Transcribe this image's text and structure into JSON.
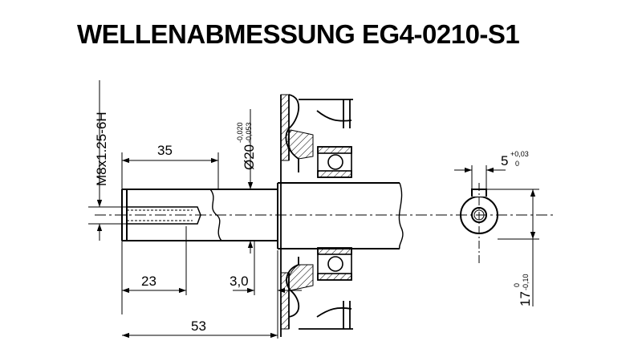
{
  "title": "WELLENABMESSUNG EG4-0210-S1",
  "dimensions": {
    "thread": "M8x1.25-6H",
    "dia_main": "Ø20",
    "dia_tol_upper": "-0,020",
    "dia_tol_lower": "-0,053",
    "len_35": "35",
    "len_23": "23",
    "len_3": "3,0",
    "len_53": "53",
    "key_width": "5",
    "key_tol_upper": "+0,03",
    "key_tol_lower": "0",
    "key_height": "17",
    "kh_tol_upper": "0",
    "kh_tol_lower": "-0,10"
  }
}
